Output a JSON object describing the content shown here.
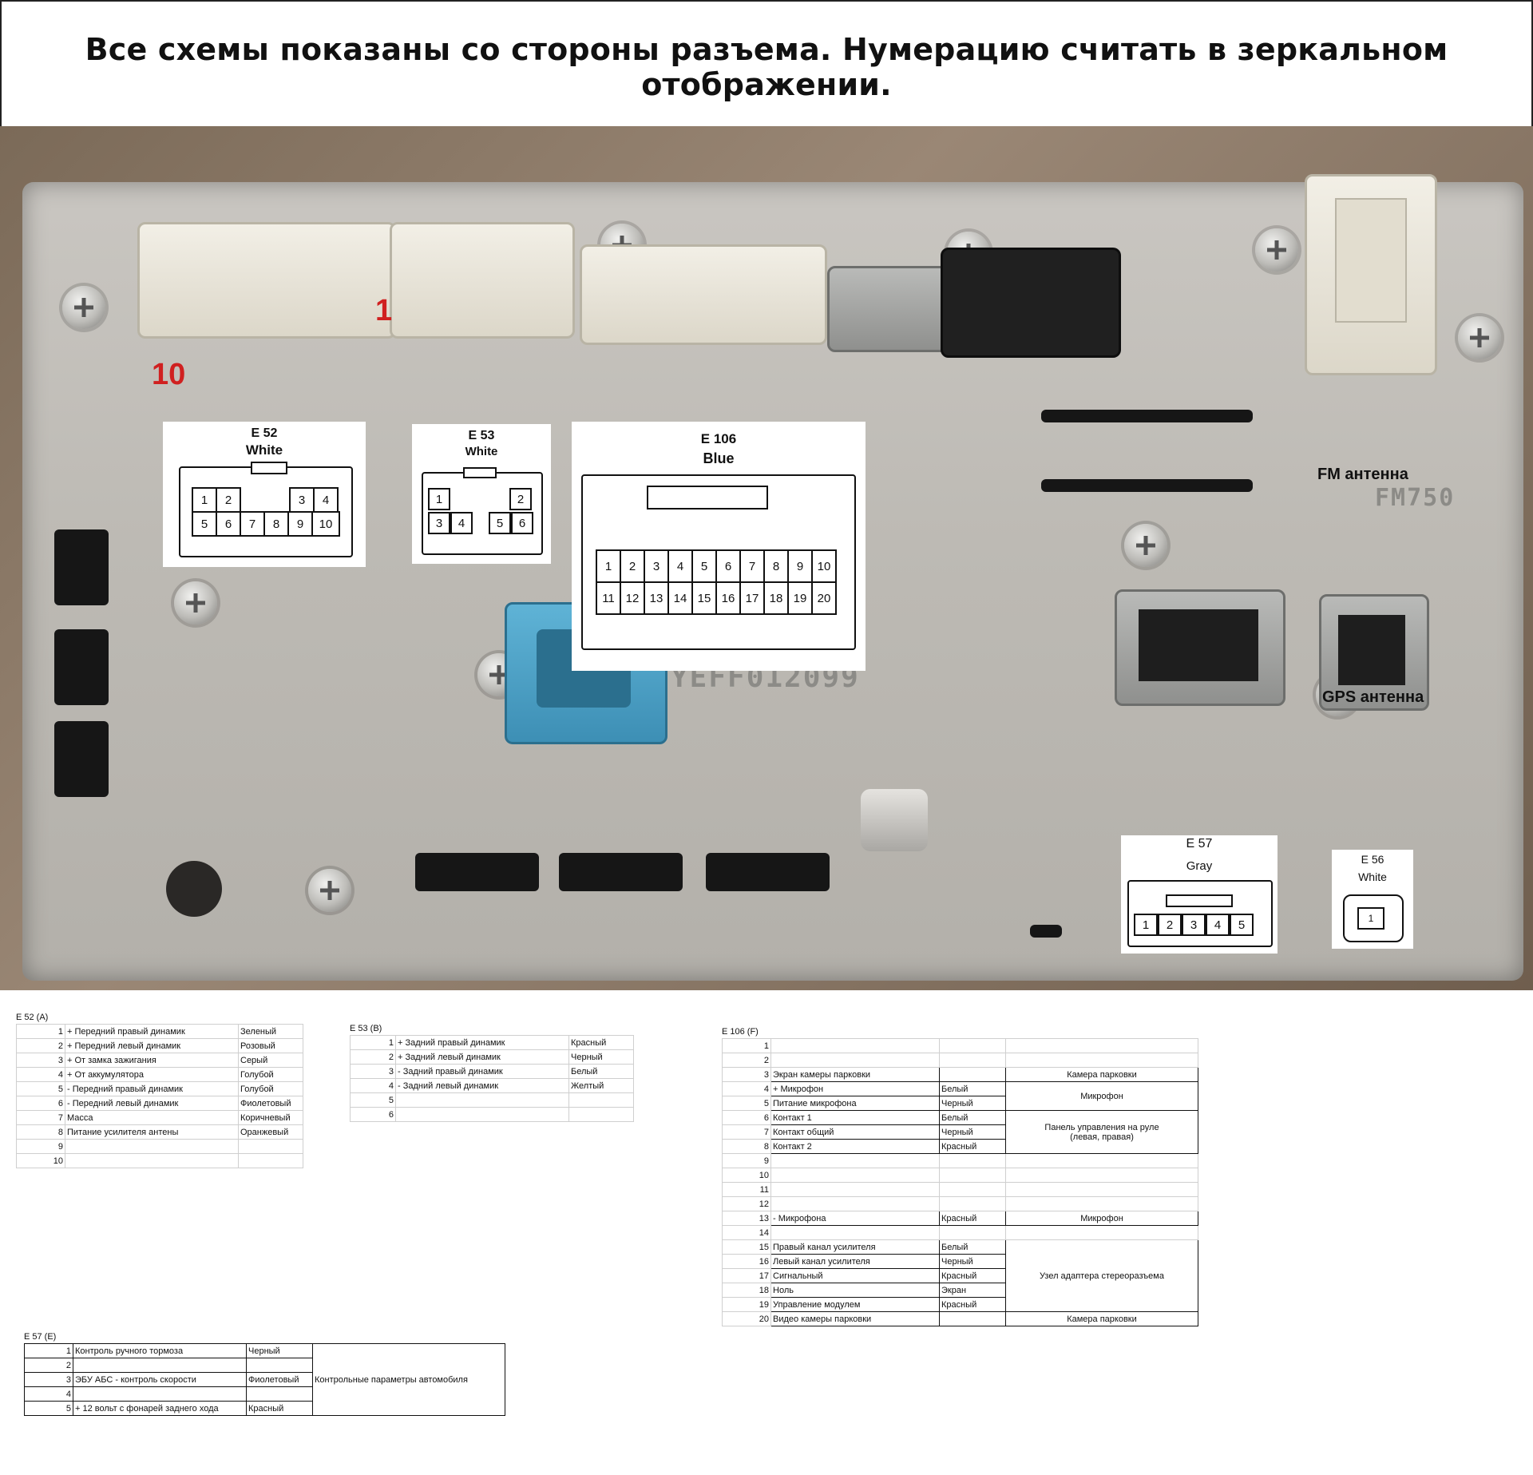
{
  "header": {
    "title": "Все схемы показаны со стороны разъема. Нумерацию считать в зеркальном отображении."
  },
  "photo": {
    "marker_1": "1",
    "marker_10": "10",
    "fm_label": "FM антенна",
    "gps_label": "GPS антенна",
    "stamp_serial": "YEFF012099",
    "stamp_code": "FM750"
  },
  "connectors": [
    {
      "id": "E 52",
      "color": "White",
      "pins": [
        "1",
        "2",
        "3",
        "4",
        "5",
        "6",
        "7",
        "8",
        "9",
        "10"
      ]
    },
    {
      "id": "E 53",
      "color": "White",
      "pins": [
        "1",
        "2",
        "3",
        "4",
        "5",
        "6"
      ]
    },
    {
      "id": "E 106",
      "color": "Blue",
      "pins": [
        "1",
        "2",
        "3",
        "4",
        "5",
        "6",
        "7",
        "8",
        "9",
        "10",
        "11",
        "12",
        "13",
        "14",
        "15",
        "16",
        "17",
        "18",
        "19",
        "20"
      ]
    },
    {
      "id": "E 57",
      "color": "Gray",
      "pins": [
        "1",
        "2",
        "3",
        "4",
        "5"
      ]
    },
    {
      "id": "E 56",
      "color": "White",
      "pins": [
        "1"
      ]
    }
  ],
  "tables": {
    "e52": {
      "caption": "E 52 (A)",
      "rows": [
        [
          "1",
          "+ Передний правый динамик",
          "Зеленый"
        ],
        [
          "2",
          "+ Передний левый динамик",
          "Розовый"
        ],
        [
          "3",
          "+ От замка зажигания",
          "Серый"
        ],
        [
          "4",
          "+ От аккумулятора",
          "Голубой"
        ],
        [
          "5",
          "- Передний правый динамик",
          "Голубой"
        ],
        [
          "6",
          "- Передний левый динамик",
          "Фиолетовый"
        ],
        [
          "7",
          "Масса",
          "Коричневый"
        ],
        [
          "8",
          "Питание усилителя антены",
          "Оранжевый"
        ],
        [
          "9",
          "",
          ""
        ],
        [
          "10",
          "",
          ""
        ]
      ]
    },
    "e53": {
      "caption": "E 53 (B)",
      "rows": [
        [
          "1",
          "+ Задний правый динамик",
          "Красный"
        ],
        [
          "2",
          "+ Задний левый динамик",
          "Черный"
        ],
        [
          "3",
          "- Задний правый динамик",
          "Белый"
        ],
        [
          "4",
          "- Задний левый динамик",
          "Желтый"
        ],
        [
          "5",
          "",
          ""
        ],
        [
          "6",
          "",
          ""
        ]
      ]
    },
    "e106": {
      "caption": "E 106 (F)",
      "rows": [
        [
          "1",
          "",
          ""
        ],
        [
          "2",
          "",
          ""
        ],
        [
          "3",
          "Экран камеры парковки",
          ""
        ],
        [
          "4",
          "+ Микрофон",
          "Белый"
        ],
        [
          "5",
          "Питание микрофона",
          "Черный"
        ],
        [
          "6",
          "Контакт 1",
          "Белый"
        ],
        [
          "7",
          "Контакт общий",
          "Черный"
        ],
        [
          "8",
          "Контакт 2",
          "Красный"
        ],
        [
          "9",
          "",
          ""
        ],
        [
          "10",
          "",
          ""
        ],
        [
          "11",
          "",
          ""
        ],
        [
          "12",
          "",
          ""
        ],
        [
          "13",
          "- Микрофона",
          "Красный"
        ],
        [
          "14",
          "",
          ""
        ],
        [
          "15",
          "Правый канал усилителя",
          "Белый"
        ],
        [
          "16",
          "Левый канал усилителя",
          "Черный"
        ],
        [
          "17",
          "Сигнальный",
          "Красный"
        ],
        [
          "18",
          "Ноль",
          "Экран"
        ],
        [
          "19",
          "Управление модулем",
          "Красный"
        ],
        [
          "20",
          "Видео камеры парковки",
          ""
        ]
      ],
      "groups": {
        "camera_top": "Камера парковки",
        "mic": "Микрофон",
        "steering_1": "Панель управления на руле",
        "steering_2": "(левая, правая)",
        "mic2": "Микрофон",
        "adapter": "Узел адаптера стереоразъема",
        "camera_bottom": "Камера парковки"
      }
    },
    "e57": {
      "caption": "E 57 (E)",
      "rows": [
        [
          "1",
          "Контроль ручного тормоза",
          "Черный"
        ],
        [
          "2",
          "",
          ""
        ],
        [
          "3",
          "ЭБУ АБС - контроль скорости",
          "Фиолетовый"
        ],
        [
          "4",
          "",
          ""
        ],
        [
          "5",
          "+ 12 вольт с фонарей заднего хода",
          "Красный"
        ]
      ],
      "group": "Контрольные параметры автомобиля"
    }
  },
  "colors": {
    "marker": "#d02020",
    "panel": "#c2bfb9",
    "blue_connector": "#4ea3c8"
  }
}
